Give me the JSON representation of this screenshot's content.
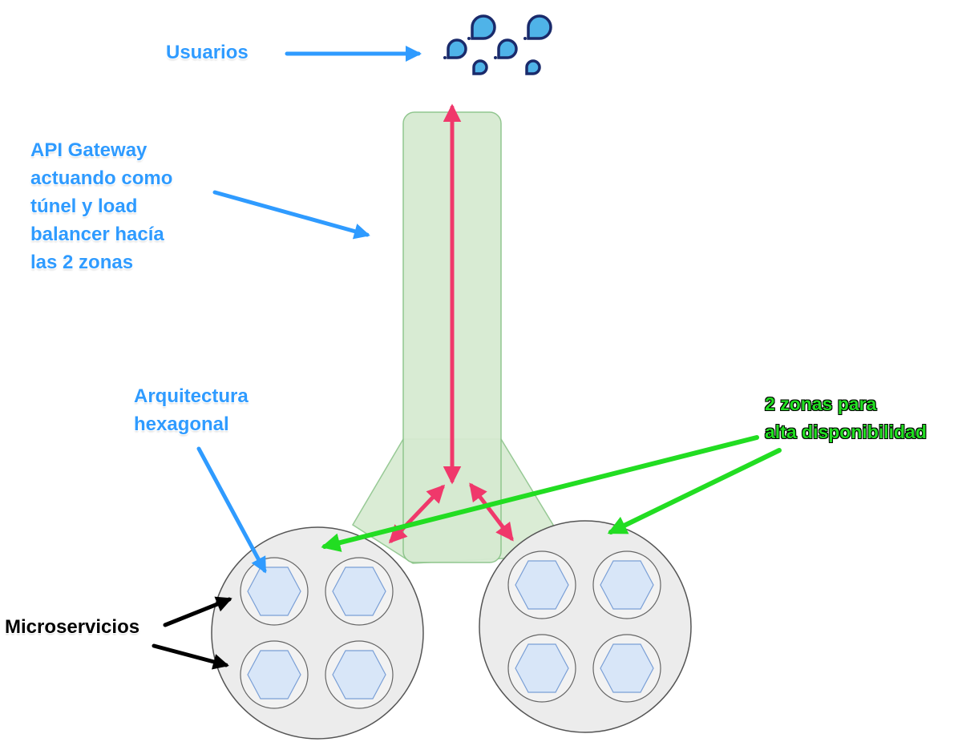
{
  "labels": {
    "usuarios": "Usuarios",
    "api_gateway": [
      "API Gateway",
      "actuando como",
      "túnel y load",
      "balancer hacía",
      "las 2 zonas"
    ],
    "arquitectura": [
      "Arquitectura",
      "hexagonal"
    ],
    "zonas": [
      "2 zonas para",
      "alta disponibilidad"
    ],
    "microservicios": "Microservicios"
  },
  "colors": {
    "annotation_blue": "#2f9bff",
    "annotation_green": "#22dd22",
    "annotation_black": "#000000",
    "traffic_arrow": "#f0386b",
    "gateway_fill": "#d6ead1",
    "gateway_stroke": "#8cc48a",
    "zone_fill": "#ececec",
    "zone_stroke": "#555555",
    "hexagon_fill": "#d8e6f8",
    "hexagon_stroke": "#7a9fd6",
    "user_icon_fill": "#4fb3e8",
    "user_icon_stroke": "#1a2a6b"
  },
  "icons": {
    "users": "users-cluster-icon",
    "microservice": "hexagon-icon"
  }
}
